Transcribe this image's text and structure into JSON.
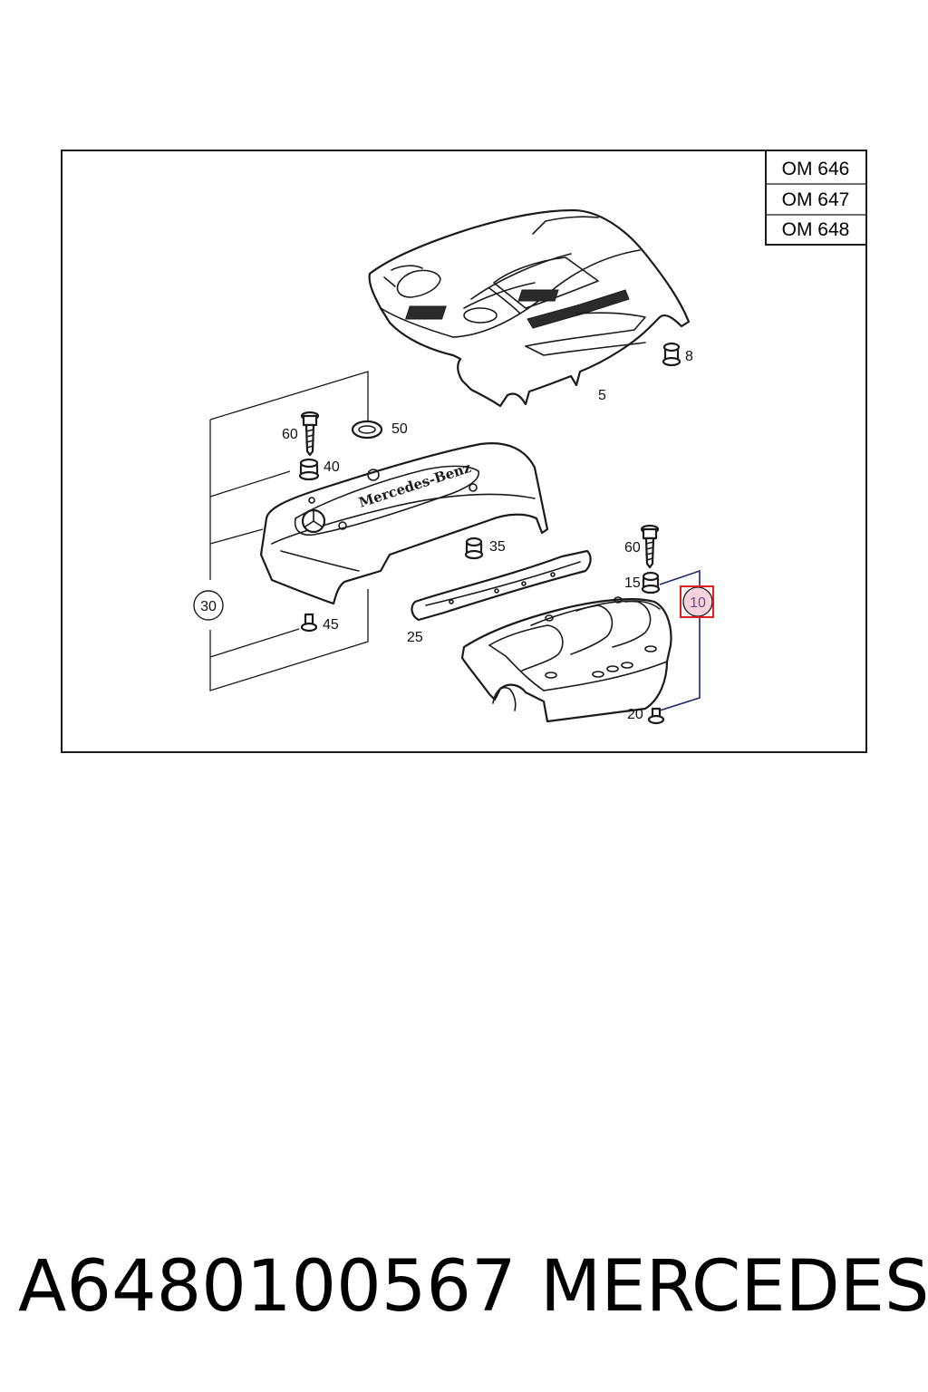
{
  "variants": [
    "OM 646",
    "OM 647",
    "OM 648"
  ],
  "callouts": {
    "c5": "5",
    "c8": "8",
    "c10": "10",
    "c15": "15",
    "c20": "20",
    "c25": "25",
    "c30": "30",
    "c35": "35",
    "c40": "40",
    "c45": "45",
    "c50": "50",
    "c60_left": "60",
    "c60_right": "60"
  },
  "highlighted_callout": "10",
  "emblem_lettering": "Mercedes-Benz",
  "footer": {
    "part_number": "A6480100567",
    "brand": "MERCEDES"
  }
}
